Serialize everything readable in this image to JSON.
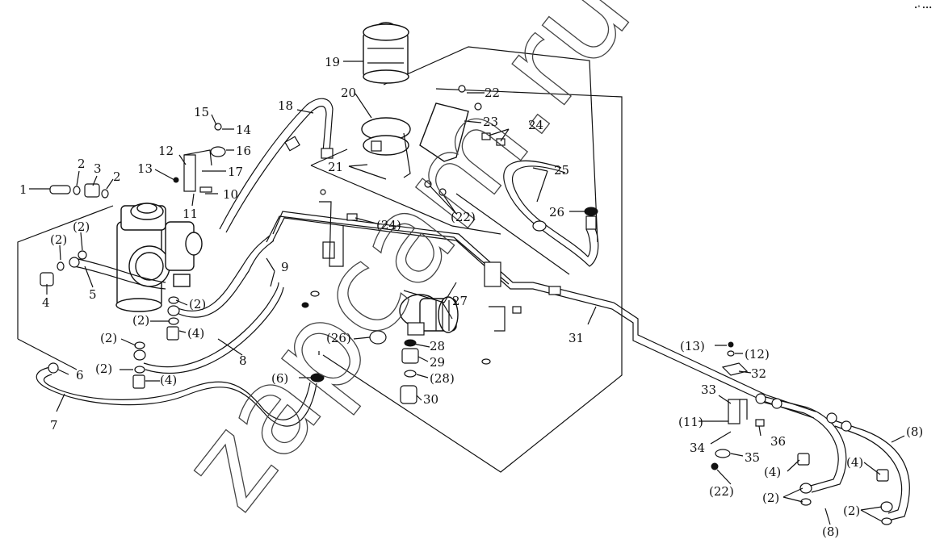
{
  "watermark": "zapcam.ru",
  "corner_mark": "•° •••",
  "callouts": {
    "c1": "1",
    "c2a": "2",
    "c3": "3",
    "c2b": "2",
    "c2c": "(2)",
    "c2d": "(2)",
    "c4a": "4",
    "c5": "5",
    "c2e": "(2)",
    "c2f": "(2)",
    "c4b": "(4)",
    "c2g": "(2)",
    "c2h": "(2)",
    "c4c": "(4)",
    "c6a": "6",
    "c7": "7",
    "c8a": "8",
    "c9": "9",
    "c15": "15",
    "c14": "14",
    "c16": "16",
    "c12": "12",
    "c17": "17",
    "c13": "13",
    "c10": "10",
    "c11a": "11",
    "c18": "18",
    "c19": "19",
    "c20": "20",
    "c22a": "22",
    "c23": "23",
    "c24a": "24",
    "c21": "21",
    "c22b": "(22)",
    "c25": "25",
    "c26a": "26",
    "c24b": "(24)",
    "c27": "27",
    "c26b": "(26)",
    "c28a": "28",
    "c29": "29",
    "c28b": "(28)",
    "c6b": "(6)",
    "c30": "30",
    "c31": "31",
    "c13b": "(13)",
    "c12b": "(12)",
    "c32": "32",
    "c33": "33",
    "c11b": "(11)",
    "c34": "34",
    "c36": "36",
    "c35": "35",
    "c22c": "(22)",
    "c4d": "(4)",
    "c2i": "(2)",
    "c8b": "(8)",
    "c4e": "(4)",
    "c2j": "(2)",
    "c8c": "(8)"
  },
  "colors": {
    "ink": "#111111",
    "paper": "#ffffff",
    "watermark": "#444444"
  }
}
